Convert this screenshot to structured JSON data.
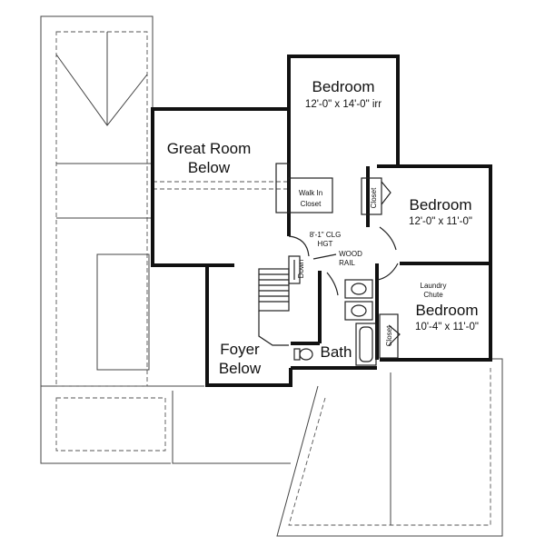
{
  "rooms": {
    "bedroom1": {
      "name": "Bedroom",
      "dims": "12'-0\" x 14'-0\" irr"
    },
    "bedroom2": {
      "name": "Bedroom",
      "dims": "12'-0\" x 11'-0\""
    },
    "bedroom3": {
      "name": "Bedroom",
      "dims": "10'-4\" x 11'-0\""
    },
    "great_room": {
      "line1": "Great Room",
      "line2": "Below"
    },
    "foyer": {
      "line1": "Foyer",
      "line2": "Below"
    },
    "bath": {
      "name": "Bath"
    }
  },
  "notes": {
    "walk_in_line1": "Walk In",
    "walk_in_line2": "Closet",
    "closet_a": "Closet",
    "closet_b": "Closet",
    "clg_line1": "8'-1\" CLG",
    "clg_line2": "HGT",
    "wood_line1": "WOOD",
    "wood_line2": "RAIL",
    "laundry_line1": "Laundry",
    "laundry_line2": "Chute",
    "down": "Down"
  },
  "colors": {
    "wall": "#111111",
    "roof": "#444444",
    "background": "#ffffff"
  }
}
